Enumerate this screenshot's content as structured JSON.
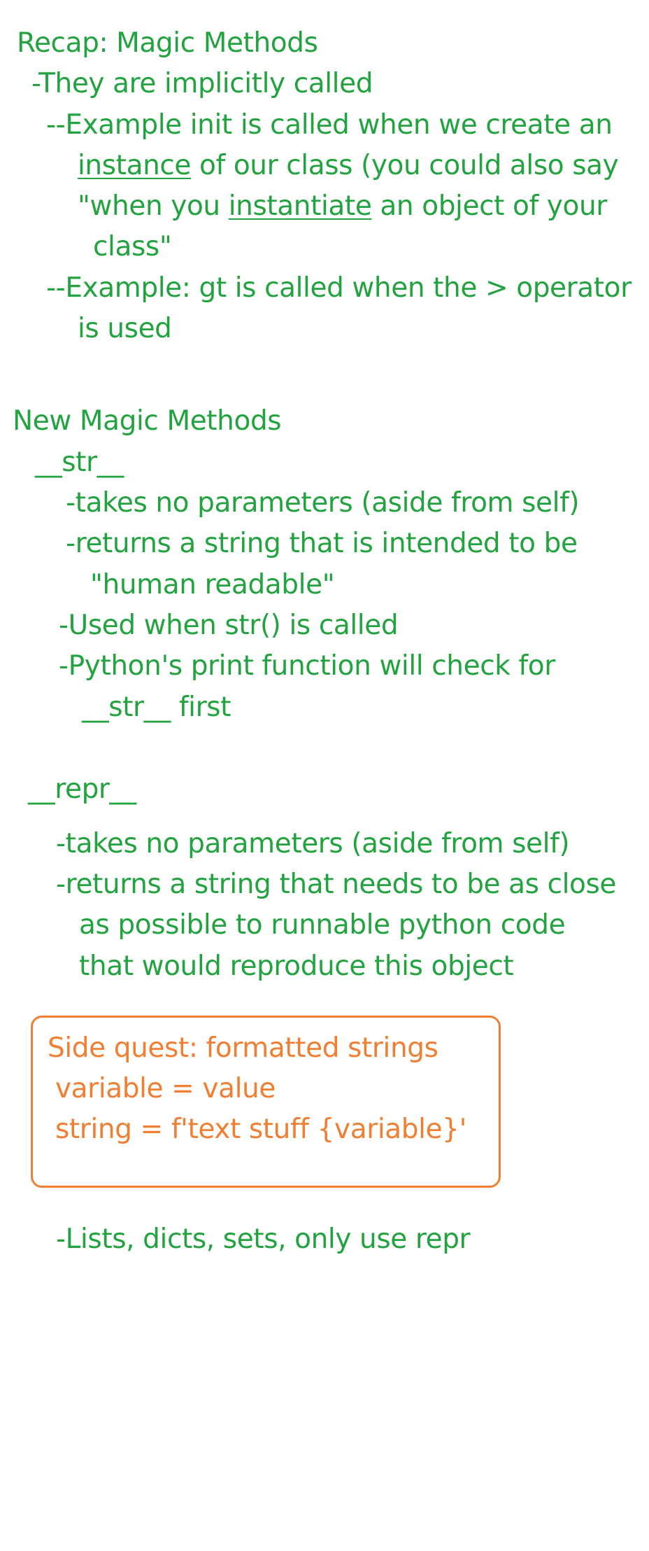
{
  "colors": {
    "ink_green": "#22a33f",
    "ink_orange": "#f07f33",
    "background": "#ffffff"
  },
  "recap": {
    "heading": "Recap: Magic Methods",
    "point1": "-They are implicitly called",
    "example1_prefix": "--Example init is called when we create an",
    "example1_instance": "instance",
    "example1_line2_rest": " of our class (you could also say",
    "example1_line3_start": "\"when you ",
    "example1_instantiate": "instantiate",
    "example1_line3_rest": " an object of your",
    "example1_line4": "class\"",
    "example2_line1": "--Example: gt is called when the > operator",
    "example2_line2": "is used"
  },
  "new_methods": {
    "heading": "New Magic Methods",
    "str_name": "__str__",
    "str_points": [
      "-takes no parameters (aside from self)",
      "-returns a string that is intended to be",
      "\"human readable\"",
      "-Used when str() is called",
      "-Python's print function will check for",
      "__str__ first"
    ],
    "repr_name": "__repr__",
    "repr_points": [
      "-takes no parameters (aside from self)",
      "-returns a string that needs to be as close",
      "as possible to runnable python code",
      "that would reproduce this object"
    ]
  },
  "side_quest": {
    "title": "Side quest: formatted strings",
    "line1": "variable = value",
    "line2": "string = f'text stuff {variable}'"
  },
  "footer_note": "-Lists, dicts, sets, only use repr"
}
